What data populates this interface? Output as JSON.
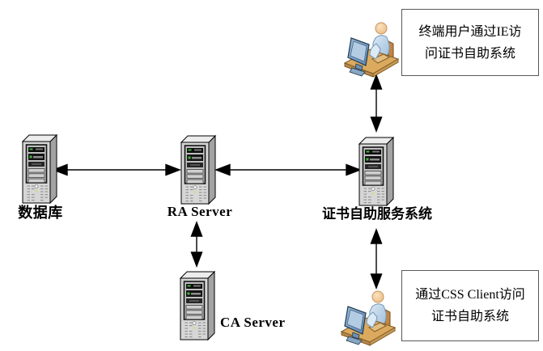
{
  "nodes": {
    "database": {
      "label": "数据库",
      "icon": "server-tower-icon"
    },
    "ra_server": {
      "label": "RA Server",
      "icon": "server-tower-icon"
    },
    "css_system": {
      "label": "证书自助服务系统",
      "icon": "server-tower-icon"
    },
    "ca_server": {
      "label": "CA Server",
      "icon": "server-tower-icon"
    },
    "ie_user": {
      "icon": "user-at-computer-icon"
    },
    "css_client_user": {
      "icon": "user-at-computer-icon"
    }
  },
  "callouts": {
    "ie_note": {
      "text": "终端用户通过IE访问证书自助系统",
      "line1": "终端用户通过IE访",
      "line2": "问证书自助系统"
    },
    "css_client_note": {
      "text": "通过CSS Client访问证书自助系统",
      "line1": "通过CSS Client访问",
      "line2": "证书自助系统"
    }
  },
  "connections": [
    {
      "from": "database",
      "to": "ra_server",
      "style": "double-headed-arrow"
    },
    {
      "from": "ra_server",
      "to": "css_system",
      "style": "double-headed-arrow"
    },
    {
      "from": "ra_server",
      "to": "ca_server",
      "style": "double-headed-arrow"
    },
    {
      "from": "css_system",
      "to": "ie_user",
      "style": "double-headed-arrow"
    },
    {
      "from": "css_system",
      "to": "css_client_user",
      "style": "double-headed-arrow"
    }
  ],
  "colors": {
    "background": "#ffffff",
    "arrow": "#000000",
    "callout_border": "#595959",
    "server_front": "#d6d6d6",
    "server_side": "#a3a3a3",
    "server_top": "#ececec",
    "server_panel": "#bfbfbf",
    "led_green": "#3dbb3d",
    "led_yellow": "#cfe060",
    "desk_tan": "#dcaa5e",
    "monitor_blue": "#7fa3c9",
    "skin": "#f4ca96",
    "shirt_blue": "#b7d3eb",
    "chair_brown": "#c4853f"
  }
}
